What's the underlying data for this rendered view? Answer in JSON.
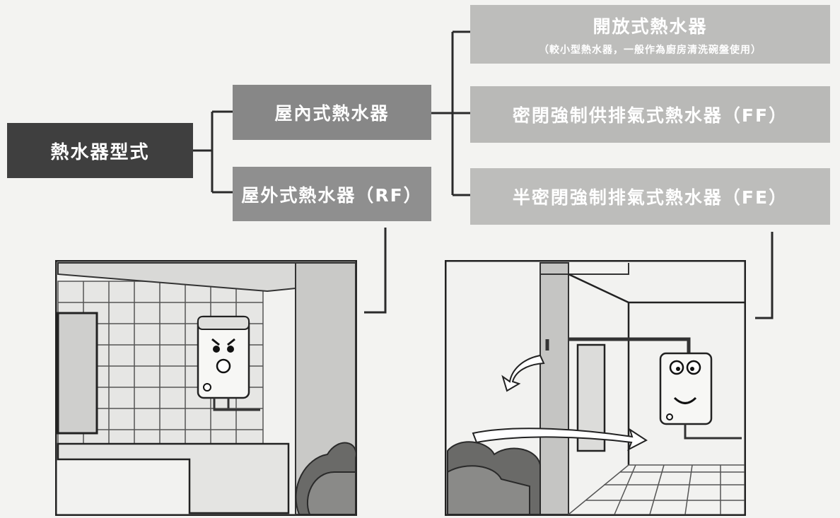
{
  "diagram": {
    "root": {
      "label": "熱水器型式"
    },
    "indoor": {
      "label": "屋內式熱水器"
    },
    "outdoor": {
      "label": "屋外式熱水器（RF）"
    },
    "indoor_types": [
      {
        "label": "開放式熱水器",
        "note": "（較小型熱水器，一般作為廚房清洗碗盤使用）"
      },
      {
        "label": "密閉強制供排氣式熱水器（FF）",
        "note": ""
      },
      {
        "label": "半密閉強制排氣式熱水器（FE）",
        "note": ""
      }
    ]
  },
  "illustrations": {
    "left": {
      "icon": "outdoor-heater-illustration"
    },
    "right": {
      "icon": "indoor-heater-illustration"
    }
  },
  "colors": {
    "root_box": "#3f3f3f",
    "level1_box": "#878787",
    "level2_box": "#bdbdbb",
    "line": "#2a2a2a"
  }
}
